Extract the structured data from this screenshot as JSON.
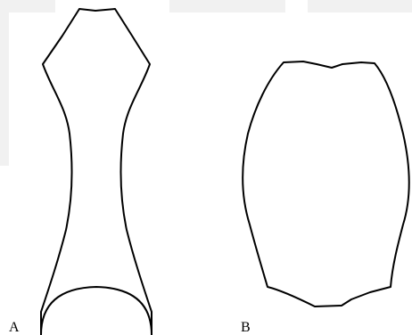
{
  "panels": [
    {
      "label": "A",
      "shape": "elongated bone outline with flared top and rounded bottom"
    },
    {
      "label": "B",
      "shape": "rounded rectangular outline"
    }
  ],
  "colors": {
    "background": "#ffffff",
    "stroke": "#000000",
    "faint_band": "#f1f1f1"
  }
}
